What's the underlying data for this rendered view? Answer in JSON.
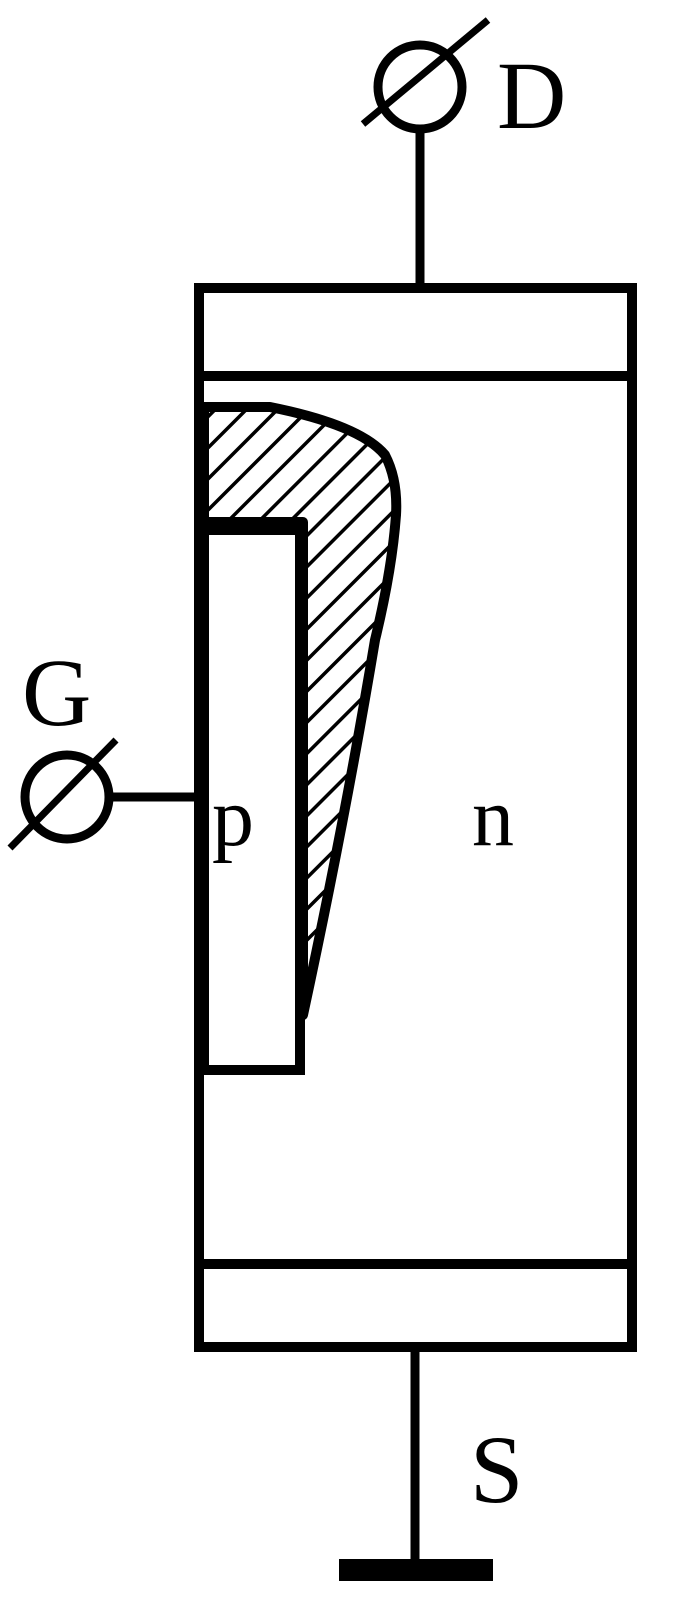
{
  "terminals": {
    "drain": {
      "label": "D",
      "symbol": "terminal-circle-slashed"
    },
    "gate": {
      "label": "G",
      "symbol": "terminal-circle-slashed"
    },
    "source": {
      "label": "S",
      "symbol": "ground-bar"
    }
  },
  "regions": {
    "gate_region": {
      "label": "p"
    },
    "channel_region": {
      "label": "n"
    },
    "depletion_region": {
      "fill": "diagonal-hatch"
    }
  },
  "colors": {
    "stroke": "#000000",
    "background": "#ffffff"
  }
}
